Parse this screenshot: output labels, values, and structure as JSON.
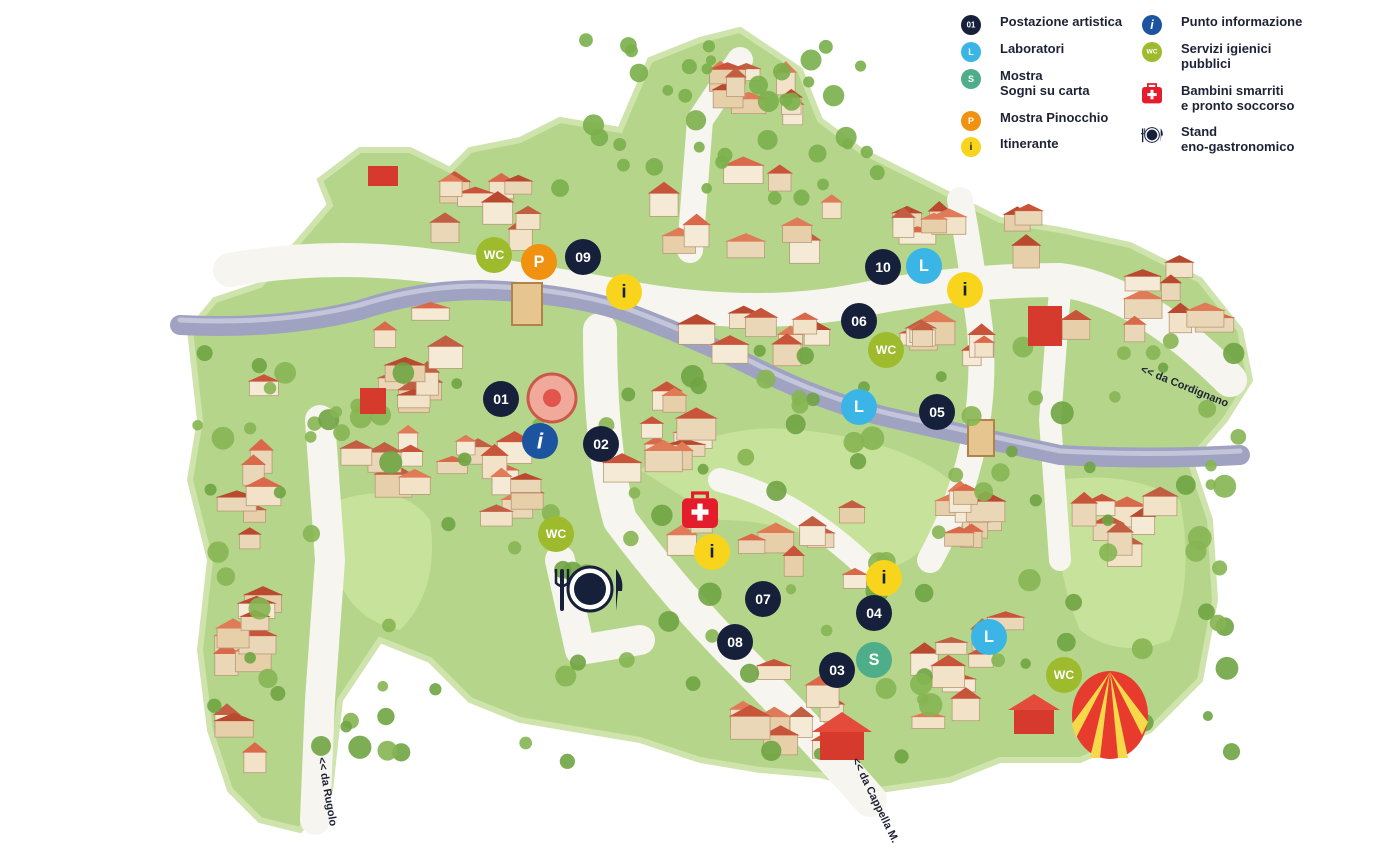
{
  "colors": {
    "navy": "#17203a",
    "light_blue": "#3ab5e6",
    "teal": "#4fae8a",
    "orange": "#f0920f",
    "yellow": "#f9d41c",
    "olive": "#9dbb2c",
    "info_blue": "#1c54a0",
    "red": "#e31d2b",
    "river": "#9fa2c0",
    "grass": "#a9cf7a",
    "roof": "#c8553a"
  },
  "legend": [
    {
      "kind": "navy",
      "symbol": "01",
      "lines": [
        "Postazione artistica"
      ]
    },
    {
      "kind": "light_blue",
      "symbol": "L",
      "lines": [
        "Laboratori"
      ]
    },
    {
      "kind": "teal",
      "symbol": "S",
      "lines": [
        "Mostra",
        "Sogni su carta"
      ]
    },
    {
      "kind": "orange",
      "symbol": "P",
      "lines": [
        "Mostra Pinocchio"
      ]
    },
    {
      "kind": "yellow",
      "symbol": "i",
      "lines": [
        "Itinerante"
      ]
    },
    {
      "kind": "info",
      "symbol": "i",
      "lines": [
        "Punto informazione"
      ]
    },
    {
      "kind": "olive",
      "symbol": "WC",
      "lines": [
        "Servizi igienici",
        "pubblici"
      ]
    },
    {
      "kind": "firstaid",
      "symbol": "",
      "lines": [
        "Bambini smarriti",
        "e pronto soccorso"
      ]
    },
    {
      "kind": "food",
      "symbol": "",
      "lines": [
        "Stand",
        "eno-gastronomico"
      ]
    }
  ],
  "road_labels": [
    {
      "text": "<< da Cordignano"
    },
    {
      "text": "<< da Rugolo"
    },
    {
      "text": "<< da Cappella M."
    }
  ],
  "markers": [
    {
      "kind": "olive",
      "label": "WC"
    },
    {
      "kind": "orange",
      "label": "P"
    },
    {
      "kind": "navy",
      "label": "09"
    },
    {
      "kind": "yellow",
      "label": "i"
    },
    {
      "kind": "navy",
      "label": "10"
    },
    {
      "kind": "light_blue",
      "label": "L"
    },
    {
      "kind": "yellow",
      "label": "i"
    },
    {
      "kind": "navy",
      "label": "06"
    },
    {
      "kind": "olive",
      "label": "WC"
    },
    {
      "kind": "light_blue",
      "label": "L"
    },
    {
      "kind": "navy",
      "label": "05"
    },
    {
      "kind": "navy",
      "label": "01"
    },
    {
      "kind": "info",
      "label": "i"
    },
    {
      "kind": "navy",
      "label": "02"
    },
    {
      "kind": "olive",
      "label": "WC"
    },
    {
      "kind": "firstaid",
      "label": ""
    },
    {
      "kind": "yellow",
      "label": "i"
    },
    {
      "kind": "food",
      "label": ""
    },
    {
      "kind": "yellow",
      "label": "i"
    },
    {
      "kind": "navy",
      "label": "07"
    },
    {
      "kind": "navy",
      "label": "04"
    },
    {
      "kind": "navy",
      "label": "08"
    },
    {
      "kind": "light_blue",
      "label": "L"
    },
    {
      "kind": "navy",
      "label": "03"
    },
    {
      "kind": "teal",
      "label": "S"
    },
    {
      "kind": "olive",
      "label": "WC"
    }
  ]
}
